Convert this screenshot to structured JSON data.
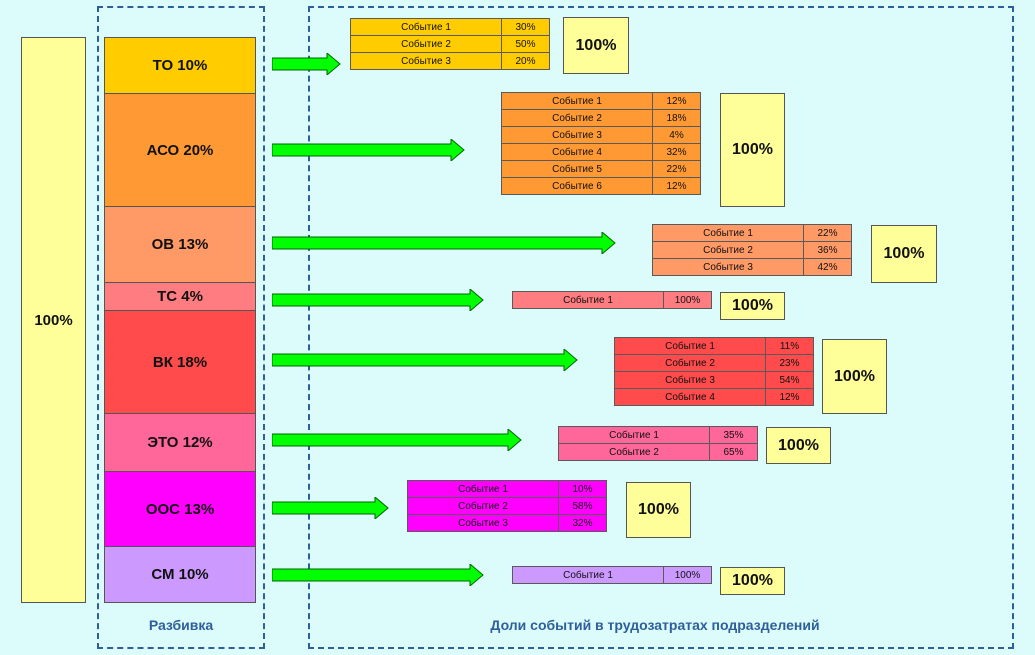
{
  "total_label": "100%",
  "labels": {
    "breakdown": "Разбивка",
    "shares": "Доли событий в трудозатратах  подразделений"
  },
  "colors": {
    "background": "#dcfbfb",
    "dash": "#2e5f9a",
    "arrow": "#00ff00",
    "total": "#ffff99"
  },
  "units": [
    {
      "label": "ТО 10%",
      "color": "#ffcc00",
      "total": "100%",
      "events": [
        {
          "name": "Событие 1",
          "pct": "30%"
        },
        {
          "name": "Событие 2",
          "pct": "50%"
        },
        {
          "name": "Событие 3",
          "pct": "20%"
        }
      ]
    },
    {
      "label": "АСО 20%",
      "color": "#ff9933",
      "total": "100%",
      "events": [
        {
          "name": "Событие 1",
          "pct": "12%"
        },
        {
          "name": "Событие 2",
          "pct": "18%"
        },
        {
          "name": "Событие 3",
          "pct": "4%"
        },
        {
          "name": "Событие 4",
          "pct": "32%"
        },
        {
          "name": "Событие 5",
          "pct": "22%"
        },
        {
          "name": "Событие 6",
          "pct": "12%"
        }
      ]
    },
    {
      "label": "ОВ 13%",
      "color": "#ff9966",
      "total": "100%",
      "events": [
        {
          "name": "Событие 1",
          "pct": "22%"
        },
        {
          "name": "Событие 2",
          "pct": "36%"
        },
        {
          "name": "Событие 3",
          "pct": "42%"
        }
      ]
    },
    {
      "label": "ТС 4%",
      "color": "#ff7c80",
      "total": "100%",
      "events": [
        {
          "name": "Событие 1",
          "pct": "100%"
        }
      ]
    },
    {
      "label": "ВК 18%",
      "color": "#ff4b4b",
      "total": "100%",
      "events": [
        {
          "name": "Событие 1",
          "pct": "11%"
        },
        {
          "name": "Событие 2",
          "pct": "23%"
        },
        {
          "name": "Событие 3",
          "pct": "54%"
        },
        {
          "name": "Событие 4",
          "pct": "12%"
        }
      ]
    },
    {
      "label": "ЭТО 12%",
      "color": "#ff6699",
      "total": "100%",
      "events": [
        {
          "name": "Событие 1",
          "pct": "35%"
        },
        {
          "name": "Событие 2",
          "pct": "65%"
        }
      ]
    },
    {
      "label": "ООС 13%",
      "color": "#ff00ff",
      "total": "100%",
      "events": [
        {
          "name": "Событие 1",
          "pct": "10%"
        },
        {
          "name": "Событие 2",
          "pct": "58%"
        },
        {
          "name": "Событие 3",
          "pct": "32%"
        }
      ]
    },
    {
      "label": "СМ 10%",
      "color": "#cc99ff",
      "total": "100%",
      "events": [
        {
          "name": "Событие 1",
          "pct": "100%"
        }
      ]
    }
  ]
}
